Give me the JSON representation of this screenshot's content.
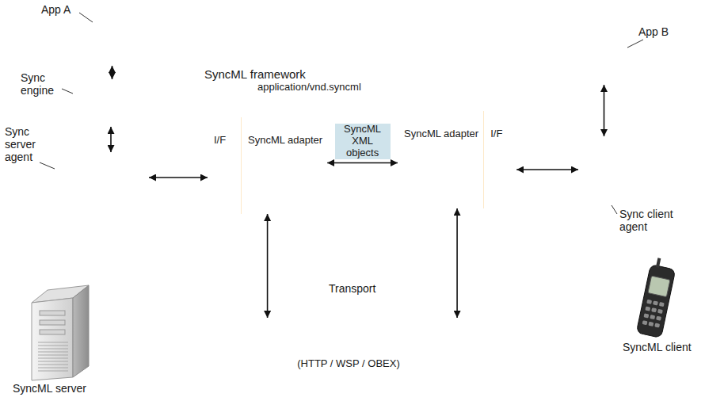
{
  "diagram": {
    "nodes": [
      {
        "text": [
          "SyncML framework",
          "application/vnd.syncml"
        ]
      },
      {
        "text": [
          "I/F",
          "SyncML adapter"
        ],
        "in": 0
      },
      {
        "text": [
          "SyncML adapter",
          "I/F"
        ],
        "in": 0
      },
      {
        "text": [
          "App A"
        ]
      },
      {
        "text": [
          "Sync engine"
        ]
      },
      {
        "text": [
          "Sync server agent"
        ]
      },
      {
        "text": [
          "App B"
        ]
      },
      {
        "text": [
          "Sync client agent"
        ]
      },
      {
        "text": [
          "Transport",
          "(HTTP / WSP / OBEX)"
        ]
      }
    ],
    "edges": [
      {
        "from": 3,
        "to": 4,
        "arrow": "both"
      },
      {
        "from": 4,
        "to": 5,
        "arrow": "both"
      },
      {
        "from": 5,
        "to": 1,
        "arrow": "both"
      },
      {
        "from": 1,
        "to": 2,
        "label": "SyncML XML objects",
        "arrow": "both"
      },
      {
        "from": 2,
        "to": 7,
        "arrow": "both"
      },
      {
        "from": 6,
        "to": 7,
        "arrow": "both"
      },
      {
        "from": 1,
        "to": 8,
        "arrow": "both"
      },
      {
        "from": 2,
        "to": 8,
        "arrow": "both"
      }
    ],
    "labels": [
      "SyncML server",
      "SyncML client"
    ]
  }
}
